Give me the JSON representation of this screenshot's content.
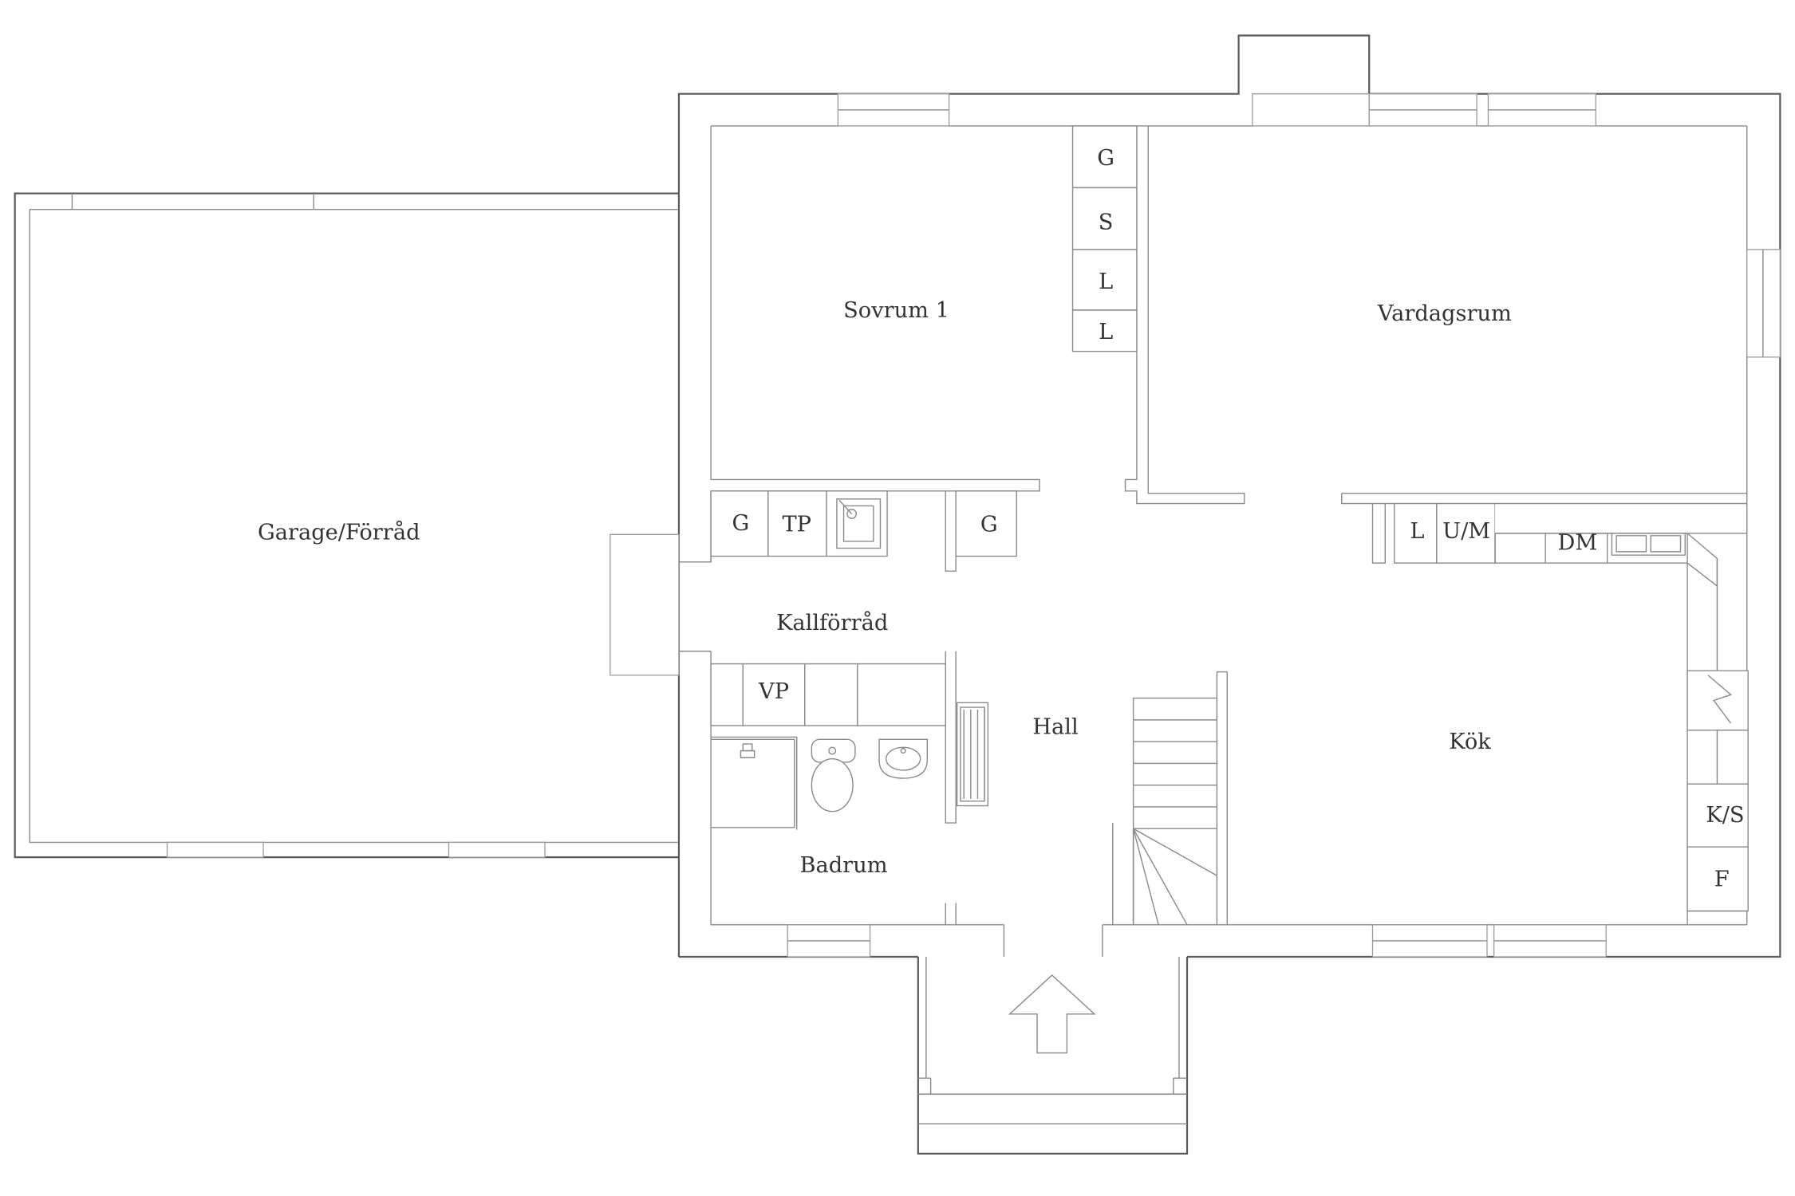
{
  "rooms": {
    "garage": "Garage/Förråd",
    "sovrum": "Sovrum 1",
    "vardagsrum": "Vardagsrum",
    "kallforrad": "Kallförråd",
    "hall": "Hall",
    "kok": "Kök",
    "badrum": "Badrum"
  },
  "fixtures": {
    "g1": "G",
    "s1": "S",
    "l1": "L",
    "l2": "L",
    "g2": "G",
    "tp": "TP",
    "g3": "G",
    "vp": "VP",
    "l3": "L",
    "um": "U/M",
    "dm": "DM",
    "ks": "K/S",
    "f": "F"
  },
  "colors": {
    "wall": "#5a5a5a",
    "line": "#8a8a8a",
    "text": "#333333",
    "background": "#ffffff"
  }
}
